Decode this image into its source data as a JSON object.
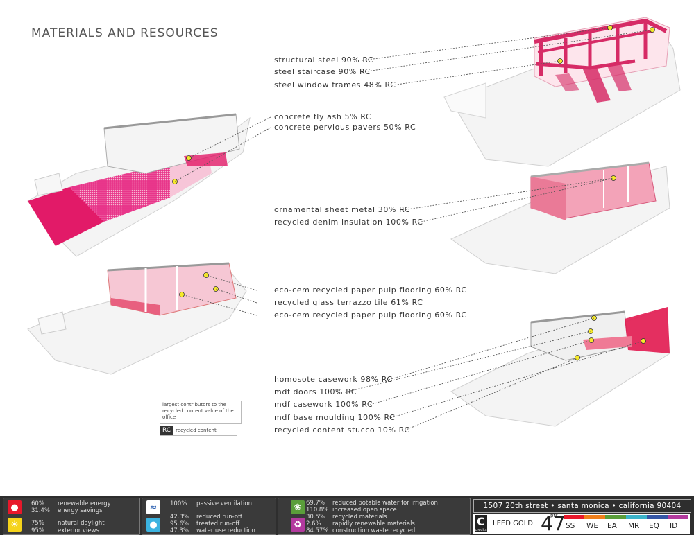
{
  "title": "MATERIALS AND RESOURCES",
  "callouts": [
    {
      "id": "c1",
      "text": "structural steel 90% RC"
    },
    {
      "id": "c2",
      "text": "steel staircase 90% RC"
    },
    {
      "id": "c3",
      "text": "steel window frames 48% RC"
    },
    {
      "id": "c4",
      "text": "concrete fly ash 5% RC"
    },
    {
      "id": "c5",
      "text": "concrete pervious pavers 50% RC"
    },
    {
      "id": "c6",
      "text": "ornamental sheet metal 30% RC"
    },
    {
      "id": "c7",
      "text": "recycled denim insulation 100% RC"
    },
    {
      "id": "c8",
      "text": "eco-cem recycled paper pulp flooring 60% RC"
    },
    {
      "id": "c9",
      "text": "recycled glass terrazzo tile 61% RC"
    },
    {
      "id": "c10",
      "text": "eco-cem recycled paper pulp flooring 60% RC"
    },
    {
      "id": "c11",
      "text": "homosote casework 98% RC"
    },
    {
      "id": "c12",
      "text": "mdf doors 100% RC"
    },
    {
      "id": "c13",
      "text": "mdf casework 100% RC"
    },
    {
      "id": "c14",
      "text": "mdf base moulding 100% RC"
    },
    {
      "id": "c15",
      "text": "recycled content stucco 10% RC"
    }
  ],
  "legend": {
    "box_text": "largest contributors to the recycled content value of the office",
    "rc_tag": "RC",
    "rc_label": "recycled content"
  },
  "footer": {
    "col1": [
      {
        "pct": "60%",
        "label": "renewable energy"
      },
      {
        "pct": "31.4%",
        "label": "energy savings"
      },
      {
        "pct": "75%",
        "label": "natural daylight"
      },
      {
        "pct": "95%",
        "label": "exterior views"
      }
    ],
    "col2": [
      {
        "pct": "100%",
        "label": "passive ventilation"
      },
      {
        "pct": "42.3%",
        "label": "reduced run-off"
      },
      {
        "pct": "95.6%",
        "label": "treated run-off"
      },
      {
        "pct": "47.3%",
        "label": "water use reduction"
      }
    ],
    "col3": [
      {
        "pct": "69.7%",
        "label": "reduced potable water for irrigation"
      },
      {
        "pct": "110.8%",
        "label": "increased open space"
      },
      {
        "pct": "30.5%",
        "label": "recycled materials"
      },
      {
        "pct": "2.6%",
        "label": "rapidly renewable materials"
      },
      {
        "pct": "84.57%",
        "label": "construction waste recycled"
      }
    ],
    "address": "1507 20th street • santa monica • california 90404",
    "leed": {
      "c_letter": "C",
      "c_sub": "credits",
      "rating": "LEED GOLD",
      "points": "47",
      "points_label": "pts",
      "categories": [
        {
          "code": "SS",
          "color": "#e8182b"
        },
        {
          "code": "WE",
          "color": "#f07f1b"
        },
        {
          "code": "EA",
          "color": "#5a9e3a"
        },
        {
          "code": "MR",
          "color": "#3bb3c9"
        },
        {
          "code": "EQ",
          "color": "#3556a5"
        },
        {
          "code": "ID",
          "color": "#b33a9e"
        }
      ]
    }
  }
}
